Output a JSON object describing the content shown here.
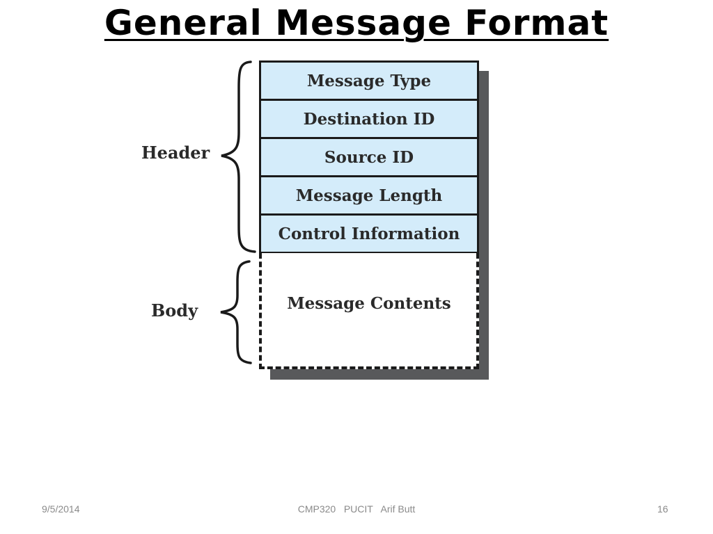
{
  "title": "General Message Format",
  "diagram": {
    "header_label": "Header",
    "body_label": "Body",
    "header_fields": [
      "Message Type",
      "Destination ID",
      "Source ID",
      "Message Length",
      "Control Information"
    ],
    "body_field": "Message Contents",
    "colors": {
      "header_field_fill": "#d4ecfa",
      "shadow": "#58595b",
      "outline": "#1a1a1a"
    }
  },
  "footer": {
    "date": "9/5/2014",
    "center": "CMP320   PUCIT   Arif Butt",
    "page": "16"
  }
}
